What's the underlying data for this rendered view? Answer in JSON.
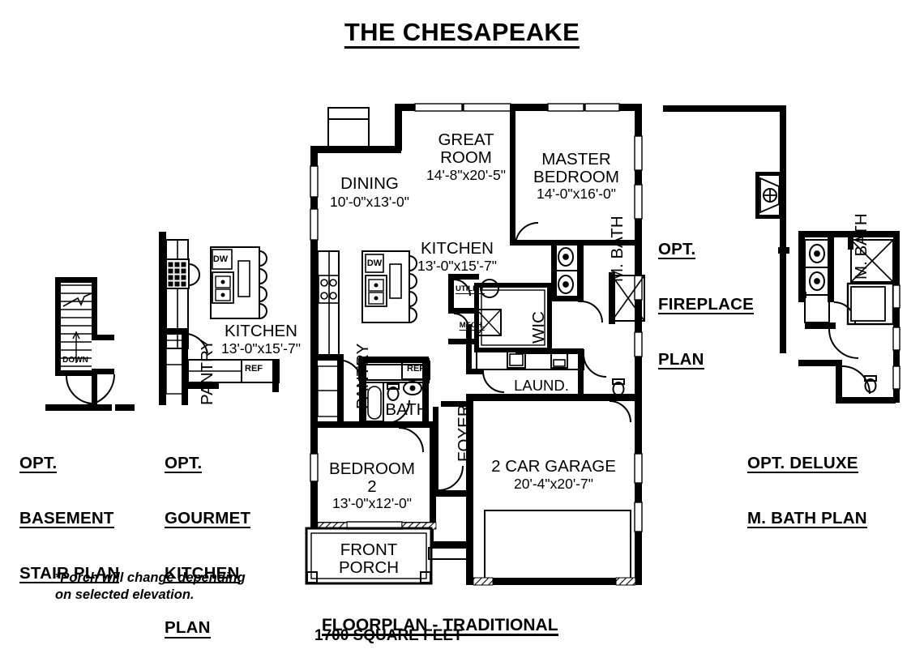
{
  "header": {
    "title": "THE CHESAPEAKE"
  },
  "footer": {
    "plan_caption": "FLOORPLAN - TRADITIONAL",
    "area_caption": "1700 SQUARE FEET",
    "note": "*Porch will change depending\non selected elevation."
  },
  "option_plans": [
    {
      "id": "basement-stair",
      "lines": [
        "OPT.",
        "BASEMENT",
        "STAIR PLAN"
      ]
    },
    {
      "id": "gourmet-kitchen",
      "lines": [
        "OPT.",
        "GOURMET",
        "KITCHEN",
        "PLAN"
      ]
    },
    {
      "id": "fireplace",
      "lines": [
        "OPT.",
        "FIREPLACE",
        "PLAN"
      ]
    },
    {
      "id": "deluxe-master-bath",
      "lines": [
        "OPT. DELUXE",
        "M. BATH PLAN"
      ]
    }
  ],
  "main_plan": {
    "rooms": [
      {
        "id": "great-room",
        "name": "GREAT\nROOM",
        "dim": "14'-8\"x20'-5\""
      },
      {
        "id": "master-bedroom",
        "name": "MASTER\nBEDROOM",
        "dim": "14'-0\"x16'-0\""
      },
      {
        "id": "dining",
        "name": "DINING",
        "dim": "10'-0\"x13'-0\""
      },
      {
        "id": "kitchen",
        "name": "KITCHEN",
        "dim": "13'-0\"x15'-7\""
      },
      {
        "id": "bedroom-2",
        "name": "BEDROOM\n2",
        "dim": "13'-0\"x12'-0\""
      },
      {
        "id": "garage",
        "name": "2 CAR GARAGE",
        "dim": "20'-4\"x20'-7\""
      },
      {
        "id": "front-porch",
        "name": "FRONT\nPORCH",
        "dim": ""
      },
      {
        "id": "bath",
        "name": "BATH",
        "dim": ""
      },
      {
        "id": "laundry",
        "name": "LAUND.",
        "dim": ""
      },
      {
        "id": "wic",
        "name": "WIC",
        "dim": ""
      },
      {
        "id": "master-bath",
        "name": "M. BATH",
        "dim": ""
      },
      {
        "id": "foyer",
        "name": "FOYER",
        "dim": ""
      },
      {
        "id": "pantry",
        "name": "PANTRY",
        "dim": ""
      },
      {
        "id": "utility",
        "name": "UTILITY",
        "dim": ""
      },
      {
        "id": "mech",
        "name": "MECH.",
        "dim": ""
      }
    ],
    "labels": {
      "great_room": "GREAT",
      "great_room_2": "ROOM",
      "great_room_dim": "14'-8\"x20'-5\"",
      "master_bedroom": "MASTER",
      "master_bedroom_2": "BEDROOM",
      "master_bedroom_dim": "14'-0\"x16'-0\"",
      "dining": "DINING",
      "dining_dim": "10'-0\"x13'-0\"",
      "kitchen": "KITCHEN",
      "kitchen_dim": "13'-0\"x15'-7\"",
      "bedroom2": "BEDROOM",
      "bedroom2_num": "2",
      "bedroom2_dim": "13'-0\"x12'-0\"",
      "garage": "2 CAR GARAGE",
      "garage_dim": "20'-4\"x20'-7\"",
      "porch": "FRONT",
      "porch_2": "PORCH",
      "bath": "BATH",
      "laundry": "LAUND.",
      "wic": "WIC",
      "master_bath": "M. BATH",
      "foyer": "FOYER",
      "pantry": "PANTRY",
      "utility": "UTILITY",
      "mech": "MECH.",
      "ref": "REF",
      "dw": "DW"
    }
  },
  "gourmet_kitchen_plan": {
    "kitchen": "KITCHEN",
    "kitchen_dim": "13'-0\"x15'-7\"",
    "pantry": "PANTRY",
    "ref": "REF",
    "dw": "DW"
  },
  "basement_stair_plan": {
    "down": "DOWN"
  },
  "deluxe_bath_plan": {
    "master_bath": "M. BATH"
  },
  "fireplace_plan": {
    "master_bath": "M. BATH"
  },
  "colors": {
    "ink": "#000000",
    "paper": "#ffffff"
  }
}
